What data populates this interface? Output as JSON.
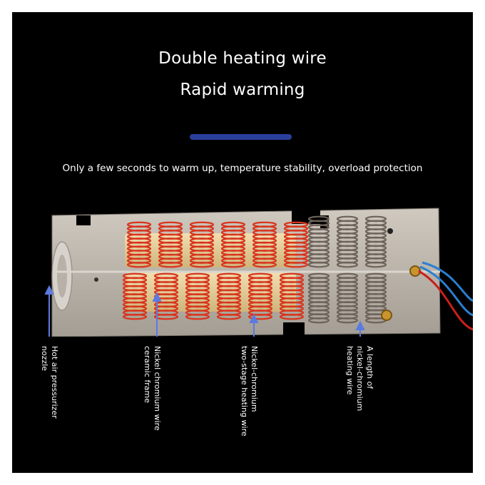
{
  "header": {
    "title_line1": "Double heating wire",
    "title_line2": "Rapid warming",
    "subtitle": "Only a few seconds to warm up, temperature stability, overload protection"
  },
  "labels": {
    "nozzle": {
      "line1": "Hot air pressurizer",
      "line2": "nozzle"
    },
    "ceramic": {
      "line1": "Nickel chromium wire",
      "line2": "ceramic frame"
    },
    "two_stage": {
      "line1": "Nickel-chromium",
      "line2": "two-stage heating wire"
    },
    "length": {
      "line1": "A length of",
      "line2": "nickel-chromium",
      "line3": "heating wire"
    }
  },
  "colors": {
    "background": "#000000",
    "accent": "#2a3f9c",
    "arrow": "#5b7be0",
    "copper_coil": "#d8351e",
    "steel_coil": "#6e635a",
    "mica_frame": "#b9b3aa",
    "ceramic": "#e6cf9a",
    "wire_red": "#c8201a",
    "wire_blue": "#2a7fd2"
  }
}
